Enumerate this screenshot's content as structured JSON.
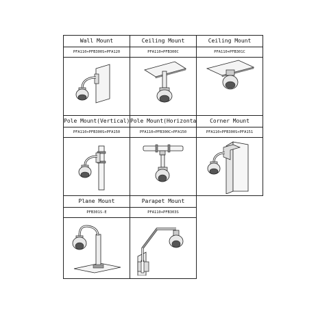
{
  "mounts": [
    {
      "title": "Wall  Mount",
      "model": "PFA110+PFB300S+PFA120",
      "icon": "wall-mount-icon"
    },
    {
      "title": "Ceiling Mount",
      "model": "PFA110+PFB300C",
      "icon": "ceiling-mount-icon"
    },
    {
      "title": "Ceiling Mount",
      "model": "PFA110+PFB301C",
      "icon": "ceiling-flush-mount-icon"
    },
    {
      "title": "Pole Mount(Vertical)",
      "model": "PFA110+PFB300S+PFA150",
      "icon": "pole-vertical-mount-icon"
    },
    {
      "title": "Pole Mount(Horizontal)",
      "model": "PFA110+PFB300C+PFA150",
      "icon": "pole-horizontal-mount-icon"
    },
    {
      "title": "Corner Mount",
      "model": "PFA110+PFB300S+PFA151",
      "icon": "corner-mount-icon"
    },
    {
      "title": "Plane Mount",
      "model": "PFB301S-E",
      "icon": "plane-mount-icon"
    },
    {
      "title": "Parapet Mount",
      "model": "PFA110+PFB303S",
      "icon": "parapet-mount-icon"
    }
  ]
}
